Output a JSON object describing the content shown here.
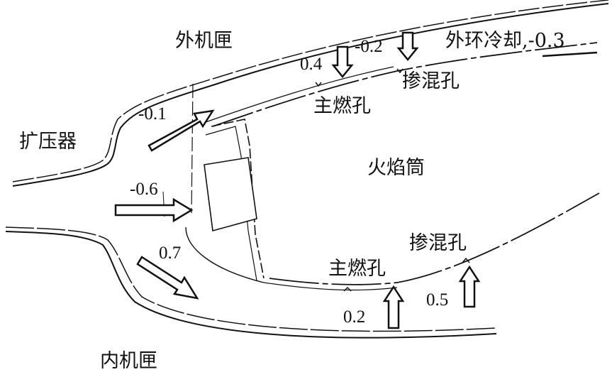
{
  "labels": {
    "outer_casing": "外机匣",
    "inner_casing": "内机匣",
    "diffuser": "扩压器",
    "liner": "火焰筒",
    "outer_main_holes": "主燃孔",
    "outer_dilution_holes": "掺混孔",
    "inner_main_holes": "主燃孔",
    "inner_dilution_holes": "掺混孔",
    "outer_ring_cooling": "外环冷却,-0.3"
  },
  "flow_fractions": {
    "outer_annulus": "-0.1",
    "core": "-0.6",
    "inner_annulus": "0.7",
    "outer_main": "0.4",
    "outer_dilution": "-0.2",
    "inner_main": "0.2",
    "inner_dilution": "0.5"
  },
  "colors": {
    "line": "#111111",
    "background": "#ffffff"
  }
}
